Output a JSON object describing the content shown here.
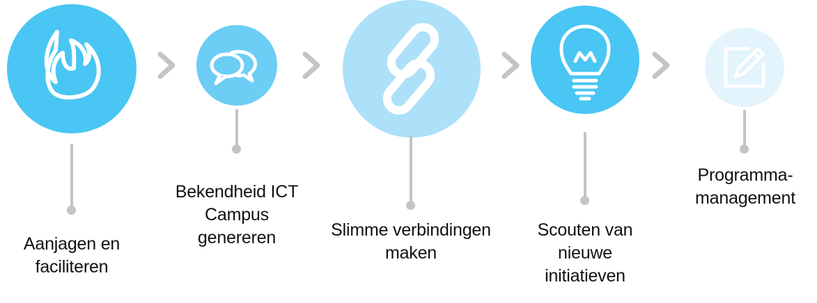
{
  "steps": [
    {
      "icon": "flame-icon",
      "color": "#49c6f3",
      "label_lines": [
        "Aanjagen en",
        "faciliteren"
      ]
    },
    {
      "icon": "speech-bubbles-icon",
      "color": "#6ccdf5",
      "label_lines": [
        "Bekendheid ICT",
        "Campus",
        "genereren"
      ]
    },
    {
      "icon": "chain-link-icon",
      "color": "#ade1f9",
      "label_lines": [
        "Slimme verbindingen",
        "maken"
      ]
    },
    {
      "icon": "lightbulb-icon",
      "color": "#49c6f3",
      "label_lines": [
        "Scouten van",
        "nieuwe",
        "initiatieven"
      ]
    },
    {
      "icon": "edit-pencil-icon",
      "color": "#e3f4fd",
      "label_lines": [
        "Programma-",
        "management"
      ]
    }
  ],
  "connector_color": "#c4c4c4",
  "arrow_color": "#c4c4c4"
}
